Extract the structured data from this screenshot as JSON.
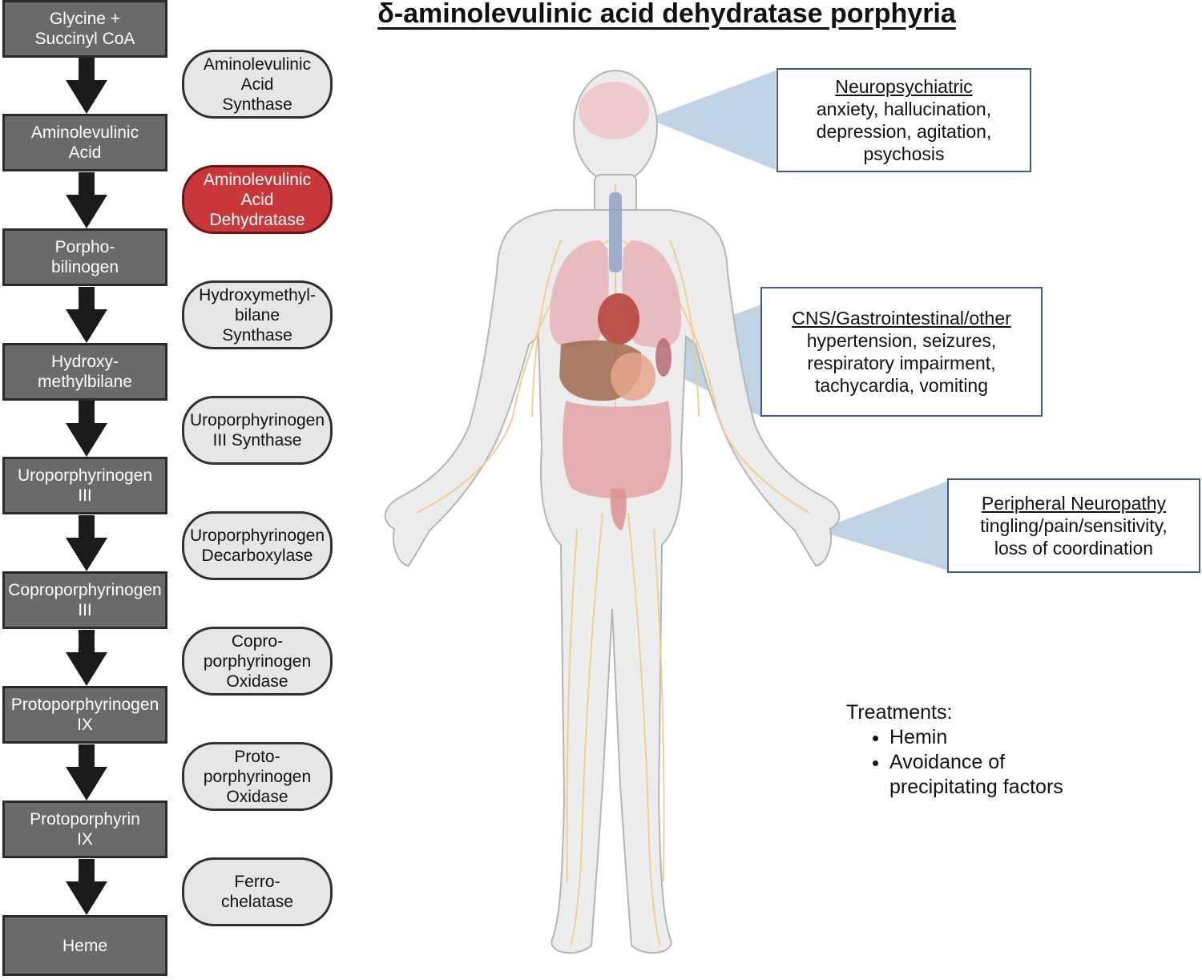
{
  "title": "δ-aminolevulinic acid dehydratase porphyria",
  "pathway": [
    "Glycine +\nSuccinyl CoA",
    "Aminolevulinic\nAcid",
    "Porpho-\nbilinogen",
    "Hydroxy-\nmethylbilane",
    "Uroporphyrinogen\nIII",
    "Coproporphyrinogen\nIII",
    "Protoporphyrinogen\nIX",
    "Protoporphyrin\nIX",
    "Heme"
  ],
  "enzymes": [
    "Aminolevulinic\nAcid\nSynthase",
    "Aminolevulinic\nAcid\nDehydratase",
    "Hydroxymethyl-\nbilane\nSynthase",
    "Uroporphyrinogen\nIII Synthase",
    "Uroporphyrinogen\nDecarboxylase",
    "Copro-\nporphyrinogen\nOxidase",
    "Proto-\nporphyrinogen\nOxidase",
    "Ferro-\nchelatase"
  ],
  "highlighted_enzyme_index": 1,
  "callouts": {
    "neuro": {
      "heading": "Neuropsychiatric",
      "lines": [
        "anxiety, hallucination,",
        "depression, agitation,",
        "psychosis"
      ]
    },
    "cns": {
      "heading": "CNS/Gastrointestinal/other",
      "lines": [
        "hypertension, seizures,",
        "respiratory impairment,",
        "tachycardia, vomiting"
      ]
    },
    "peripheral": {
      "heading": "Peripheral Neuropathy",
      "lines": [
        "tingling/pain/sensitivity,",
        "loss of coordination"
      ]
    }
  },
  "treatments": {
    "heading": "Treatments:",
    "items": [
      "Hemin",
      "Avoidance of precipitating factors"
    ]
  },
  "colors": {
    "step_fill": "#6a6a6a",
    "enzyme_fill": "#e6e6e6",
    "highlight_fill": "#c8383a",
    "callout_border": "#3c5a99",
    "callout_beam": "#a9c4dc",
    "nerves": "#f2c98a"
  }
}
